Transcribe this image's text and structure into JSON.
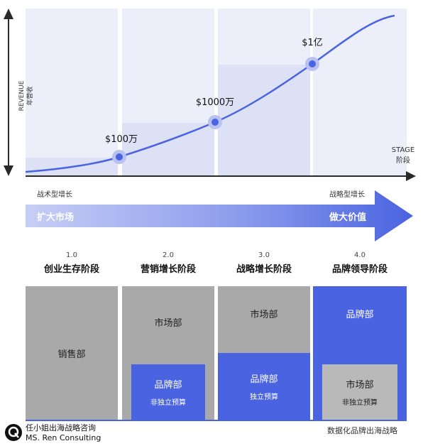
{
  "chart": {
    "axis_y_label_en": "REVENUE",
    "axis_y_label_zh": "年营收",
    "axis_x_label_en": "STAGE",
    "axis_x_label_zh": "阶段",
    "milestones": [
      {
        "label": "$100万"
      },
      {
        "label": "$1000万"
      },
      {
        "label": "$1亿"
      }
    ],
    "accent_color": "#4a63e0",
    "band_color": "#e8eaf8"
  },
  "strategy": {
    "left_caption": "战术型增长",
    "right_caption": "战略型增长",
    "arrow_left_text": "扩大市场",
    "arrow_right_text": "做大价值"
  },
  "stages": [
    {
      "number": "1.0",
      "name": "创业生存阶段"
    },
    {
      "number": "2.0",
      "name": "营销增长阶段"
    },
    {
      "number": "3.0",
      "name": "战略增长阶段"
    },
    {
      "number": "4.0",
      "name": "品牌领导阶段"
    }
  ],
  "columns": {
    "col1": {
      "main": "销售部"
    },
    "col2": {
      "top": "市场部",
      "box_main": "品牌部",
      "box_sub": "非独立预算"
    },
    "col3": {
      "top": "市场部",
      "box_main": "品牌部",
      "box_sub": "独立预算"
    },
    "col4": {
      "top": "品牌部",
      "box_main": "市场部",
      "box_sub": "非独立预算"
    }
  },
  "footer": {
    "logo_line1": "任小姐出海战略咨询",
    "logo_line2": "MS. Ren Consulting",
    "right_text": "数据化品牌出海战略"
  },
  "colors": {
    "blue": "#4a63e0",
    "gray": "#a9a9a9",
    "light_gray": "#b9b9b9"
  }
}
